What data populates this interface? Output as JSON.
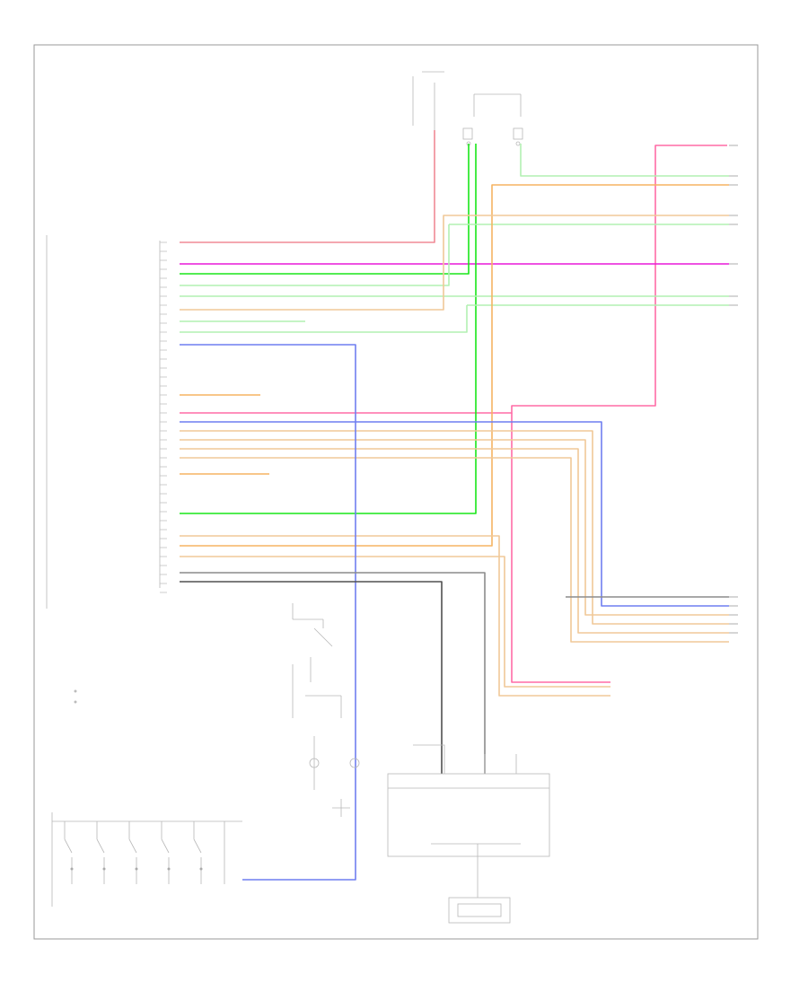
{
  "colors": {
    "red": "#f08a96",
    "pink": "#ff6ca6",
    "magenta": "#e818d8",
    "green": "#19e619",
    "light_green": "#b2f0b2",
    "blue": "#6f7ff0",
    "tan": "#f0c898",
    "orange": "#f5b462",
    "gray": "#8c8c8c",
    "dark_gray": "#505050",
    "frame": "#9a9a9a"
  },
  "diagram": {
    "footer_label": "",
    "left_connector_pins": 40,
    "wires_right_top": [
      {
        "color": "pink"
      },
      {
        "color": "light_green"
      },
      {
        "color": "orange"
      },
      {
        "color": "tan"
      },
      {
        "color": "light_green"
      },
      {
        "color": "magenta"
      },
      {
        "color": "light_green"
      },
      {
        "color": "light_green"
      }
    ],
    "wires_right_bottom": [
      {
        "color": "gray"
      },
      {
        "color": "blue"
      },
      {
        "color": "tan"
      },
      {
        "color": "orange"
      },
      {
        "color": "tan"
      }
    ],
    "switch_bank_count": 5
  }
}
